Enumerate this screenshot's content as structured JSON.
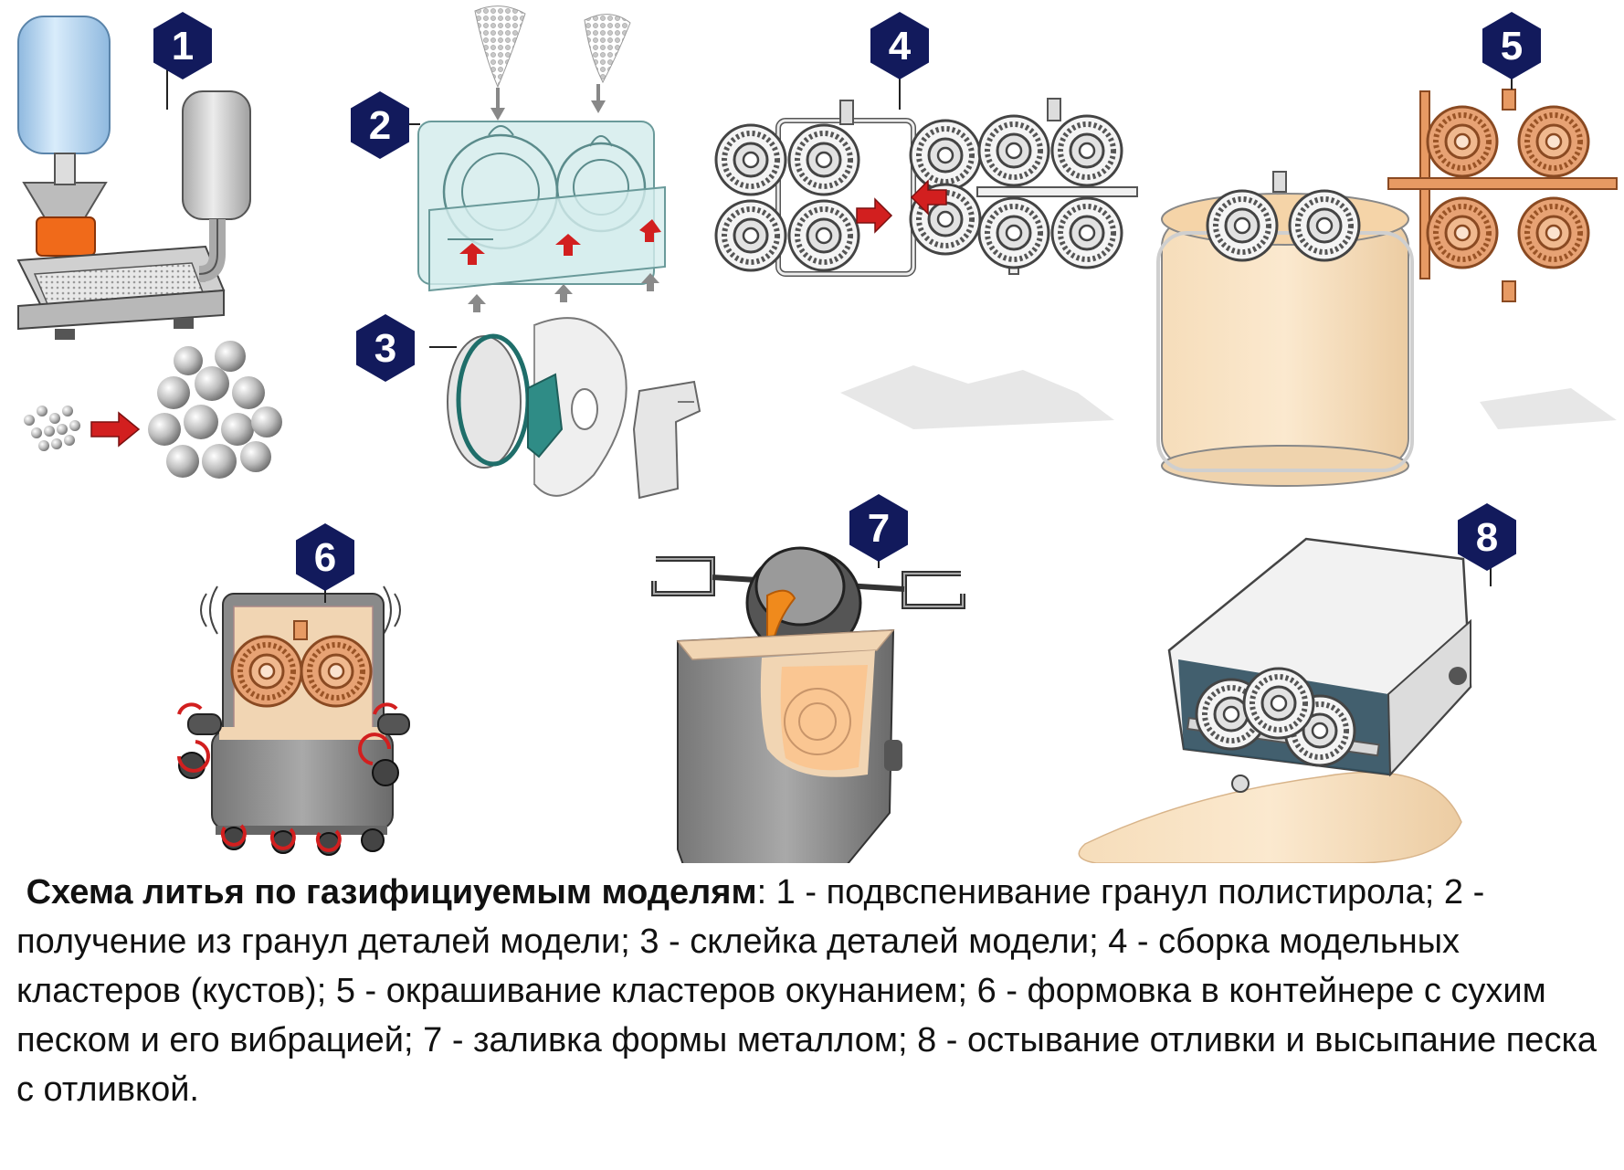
{
  "steps": [
    {
      "number": "1"
    },
    {
      "number": "2"
    },
    {
      "number": "3"
    },
    {
      "number": "4"
    },
    {
      "number": "5"
    },
    {
      "number": "6"
    },
    {
      "number": "7"
    },
    {
      "number": "8"
    }
  ],
  "colors": {
    "badge": "#121a5c",
    "arrow_red": "#d21f1f",
    "copper": "#d9884f",
    "sand": "#f1d5b3",
    "molten": "#f08a1c",
    "hopper_blue": "#b9d7ef",
    "orange_ring": "#f06a1a",
    "teal": "#2f8c86",
    "panel_glass": "#cfeaea"
  },
  "caption": {
    "title": "Схема литья по газифициуемым моделям",
    "text": ": 1 - подвспенивание гранул полистирола;  2 - получение из гранул деталей модели;   3 - склейка деталей модели; 4 - сборка модельных кластеров (кустов); 5 - окрашивание кластеров окунанием;     6 - формовка в контейнере с сухим песком и его вибрацией; 7 - заливка формы металлом;  8 - остывание отливки и высыпание песка с отливкой."
  }
}
